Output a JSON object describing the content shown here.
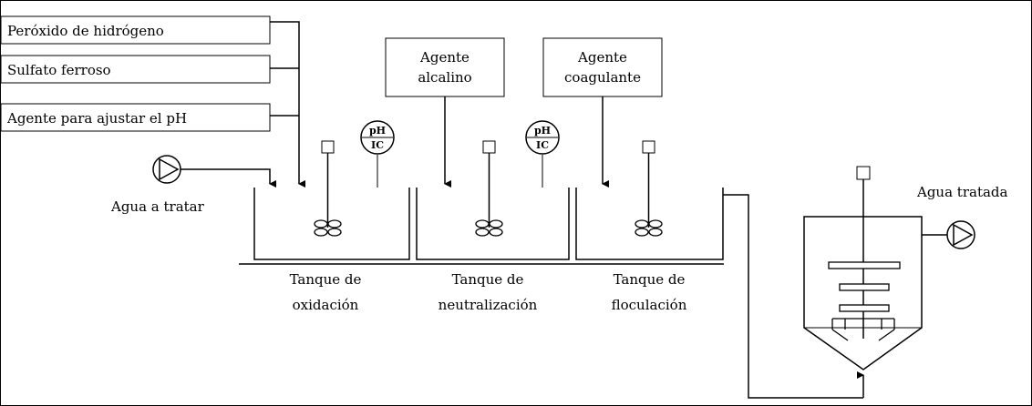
{
  "inputs": {
    "peroxide": "Peróxido de hidrógeno",
    "ferrous": "Sulfato ferroso",
    "ph_agent": "Agente para ajustar el pH"
  },
  "alkaline": {
    "line1": "Agente",
    "line2": "alcalino"
  },
  "coagulant": {
    "line1": "Agente",
    "line2": "coagulante"
  },
  "inlet_label": "Agua a tratar",
  "outlet_label": "Agua tratada",
  "tanks": [
    {
      "line1": "Tanque de",
      "line2": "oxidación"
    },
    {
      "line1": "Tanque de",
      "line2": "neutralización"
    },
    {
      "line1": "Tanque de",
      "line2": "floculación"
    }
  ],
  "ph_controller": {
    "top": "pH",
    "bottom": "IC"
  }
}
